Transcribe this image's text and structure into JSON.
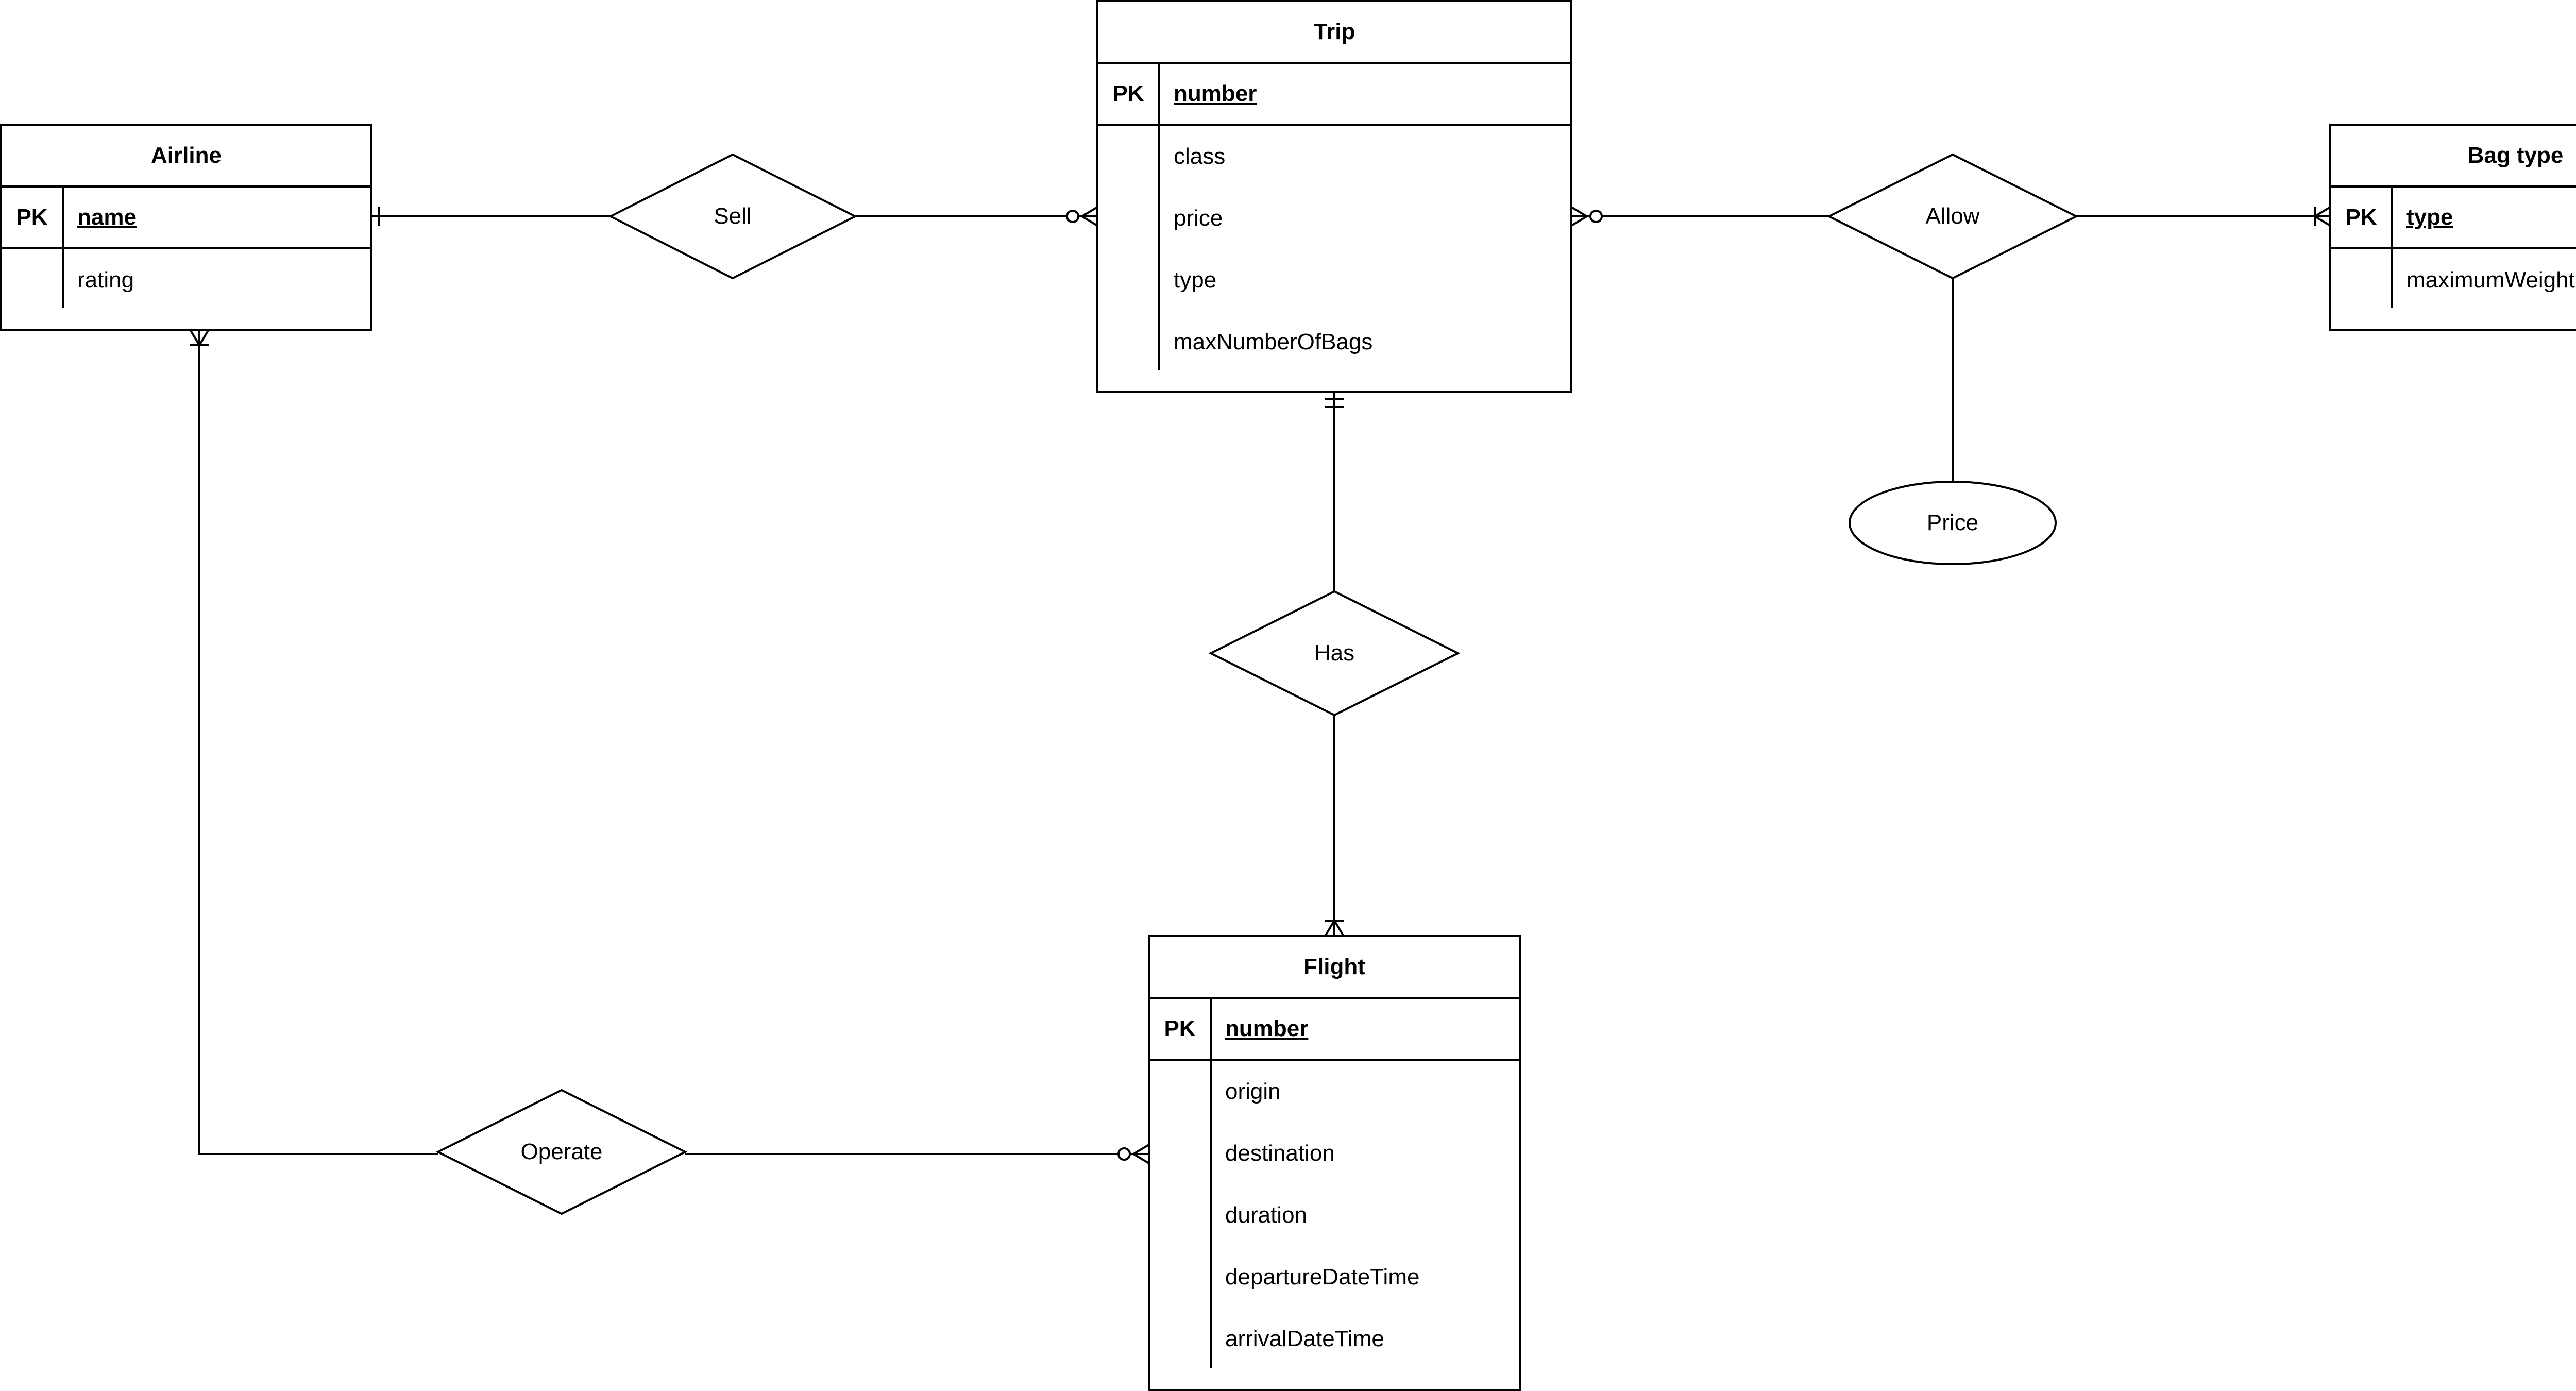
{
  "entities": {
    "airline": {
      "title": "Airline",
      "pk_label": "PK",
      "pk": "name",
      "attributes": [
        "rating"
      ]
    },
    "trip": {
      "title": "Trip",
      "pk_label": "PK",
      "pk": "number",
      "attributes": [
        "class",
        "price",
        "type",
        "maxNumberOfBags"
      ]
    },
    "bag_type": {
      "title": "Bag type",
      "pk_label": "PK",
      "pk": "type",
      "attributes": [
        "maximumWeight"
      ]
    },
    "flight": {
      "title": "Flight",
      "pk_label": "PK",
      "pk": "number",
      "attributes": [
        "origin",
        "destination",
        "duration",
        "departureDateTime",
        "arrivalDateTime"
      ]
    }
  },
  "relationships": {
    "sell": "Sell",
    "allow": "Allow",
    "has": "Has",
    "operate": "Operate"
  },
  "attributes_ellipse": {
    "price": "Price"
  }
}
